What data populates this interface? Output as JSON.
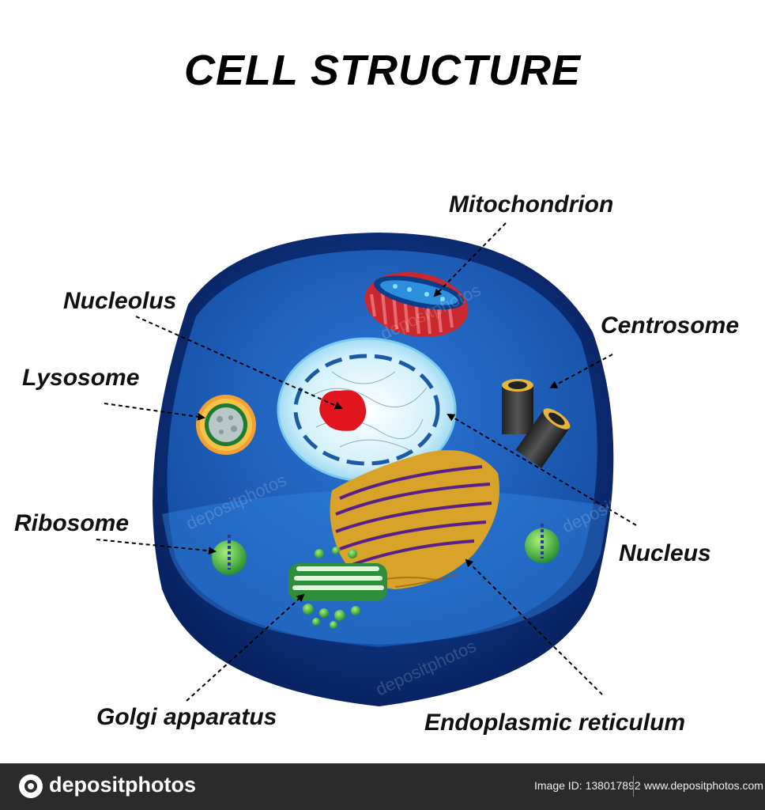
{
  "title": "CELL STRUCTURE",
  "labels": {
    "mitochondrion": "Mitochondrion",
    "nucleolus": "Nucleolus",
    "centrosome": "Centrosome",
    "lysosome": "Lysosome",
    "ribosome": "Ribosome",
    "nucleus": "Nucleus",
    "golgi": "Golgi apparatus",
    "er": "Endoplasmic reticulum"
  },
  "footer": {
    "brand": "depositphotos",
    "image_id": "Image ID: 138017892",
    "site": "www.depositphotos.com"
  },
  "watermark": "depositphotos",
  "colors": {
    "membrane": "#0b2f7a",
    "cytoplasm": "#1f63c4",
    "nucleus": "#c6ecfa",
    "nucleolus": "#e0151e",
    "mitochondrion": "#c8282e",
    "er": "#d9a32a",
    "golgi": "#3fae4a",
    "footer": "#2b2b2b"
  }
}
